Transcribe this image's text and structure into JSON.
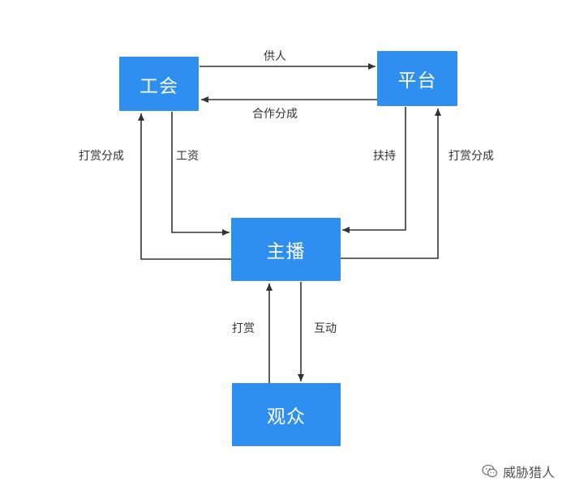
{
  "nodes": {
    "union": "工会",
    "platform": "平台",
    "streamer": "主播",
    "audience": "观众"
  },
  "edges": {
    "supply": "供人",
    "revenue_share": "合作分成",
    "tip_share_left": "打赏分成",
    "salary": "工资",
    "support": "扶持",
    "tip_share_right": "打赏分成",
    "tip": "打赏",
    "interaction": "互动"
  },
  "watermark": {
    "text": "威胁猎人",
    "icon": "wechat-icon"
  },
  "colors": {
    "node_fill": "#2f8ff0",
    "node_text": "#ffffff",
    "edge": "#333333",
    "label": "#333333"
  }
}
